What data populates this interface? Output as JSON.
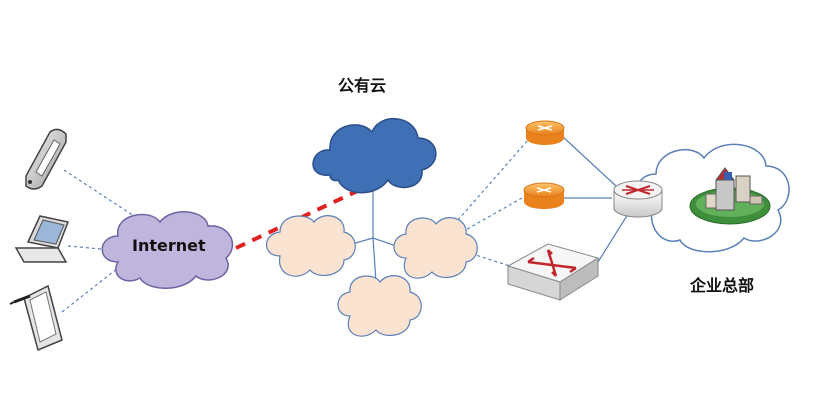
{
  "labels": {
    "public_cloud": "公有云",
    "internet": "Internet",
    "enterprise_hq": "企业总部"
  },
  "colors": {
    "public_cloud_fill": "#3f6fb5",
    "internet_cloud_fill": "#c0b5dc",
    "peer_cloud_fill": "#fbe3d2",
    "hq_cloud_fill": "#ffffff",
    "vpn_link": "#e0211f",
    "link_solid": "#5b7fb8",
    "link_dashed": "#5b7fb8",
    "router_orange": "#f29a2e"
  },
  "icons": [
    "mobile-phone-icon",
    "laptop-icon",
    "tablet-icon",
    "orange-router-icon",
    "router-icon",
    "switch-icon",
    "campus-building-icon"
  ]
}
